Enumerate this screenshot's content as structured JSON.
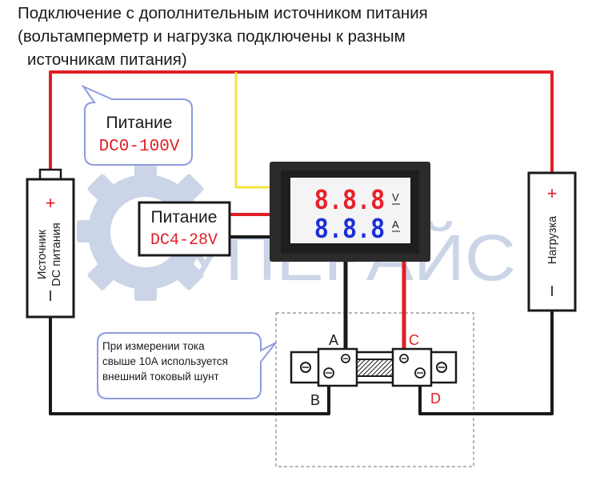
{
  "title": {
    "line1": "Подключение с дополнительным источником питания",
    "line2": "(вольтамперметр и нагрузка подключены к разным",
    "line3": "источникам питания)"
  },
  "watermark": {
    "text": "УПЕРАЙС"
  },
  "callout_power": {
    "label": "Питание",
    "value": "DC0-100V"
  },
  "box_power": {
    "label": "Питание",
    "value": "DC4-28V"
  },
  "source": {
    "plus": "+",
    "minus": "I",
    "label_line1": "Источник",
    "label_line2": "DC питания"
  },
  "load": {
    "plus": "+",
    "minus": "I",
    "label": "Нагрузка"
  },
  "meter": {
    "voltage_digits": "8.8.8",
    "voltage_unit": "V",
    "current_digits": "8.8.8",
    "current_unit": "A"
  },
  "terminals": {
    "a": "A",
    "b": "B",
    "c": "C",
    "d": "D"
  },
  "shunt_note": {
    "line1": "При измерении тока",
    "line2": "свыше 10А используется",
    "line3": "внешний токовый шунт"
  },
  "colors": {
    "red_wire": "#e01f26",
    "black_wire": "#1a1a1a",
    "yellow_wire": "#f2e33a",
    "digit_red": "#e8202a",
    "digit_blue": "#1c2fd8",
    "callout_border": "#8f9be0",
    "watermark": "#c9d3e6"
  }
}
